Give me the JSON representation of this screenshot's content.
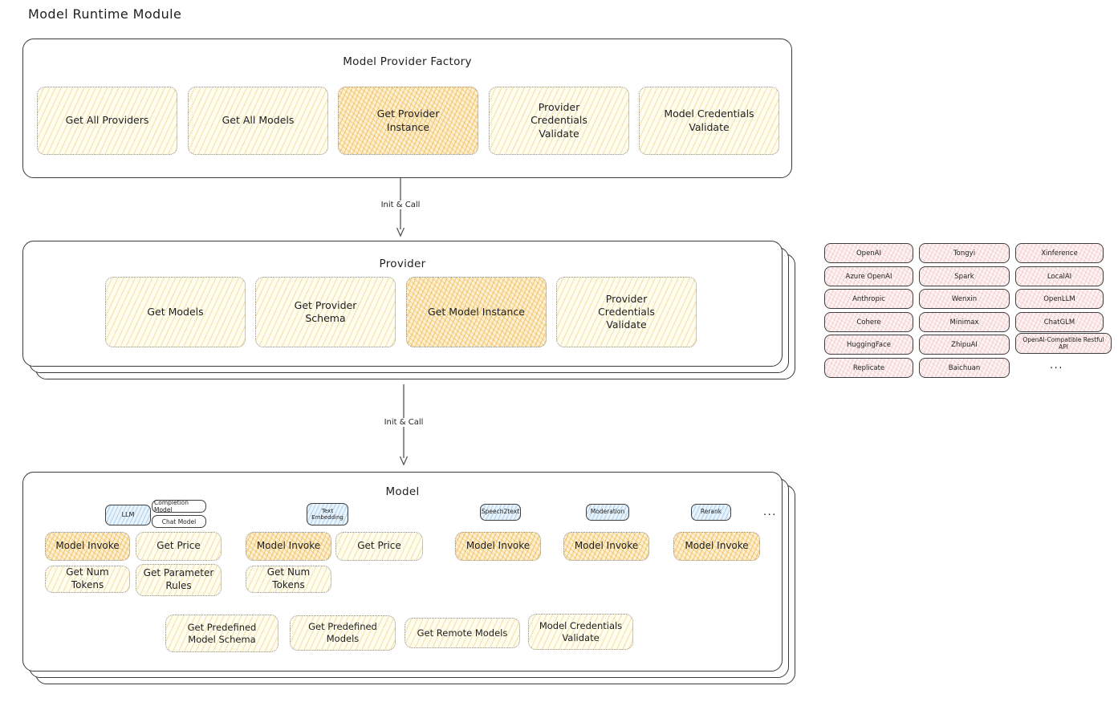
{
  "title": "Model Runtime Module",
  "factory": {
    "title": "Model Provider Factory",
    "buttons": [
      {
        "label": "Get All Providers",
        "highlighted": false
      },
      {
        "label": "Get All Models",
        "highlighted": false
      },
      {
        "label": "Get Provider Instance",
        "highlighted": true
      },
      {
        "label": "Provider Credentials Validate",
        "highlighted": false
      },
      {
        "label": "Model Credentials Validate",
        "highlighted": false
      }
    ]
  },
  "provider": {
    "title": "Provider",
    "buttons": [
      {
        "label": "Get Models",
        "highlighted": false
      },
      {
        "label": "Get Provider Schema",
        "highlighted": false
      },
      {
        "label": "Get Model Instance",
        "highlighted": true
      },
      {
        "label": "Provider Credentials Validate",
        "highlighted": false
      }
    ]
  },
  "providers_list": {
    "column1": [
      "OpenAI",
      "Azure OpenAI",
      "Anthropic",
      "Cohere",
      "HuggingFace",
      "Replicate"
    ],
    "column2": [
      "Tongyi",
      "Spark",
      "Wenxin",
      "Minimax",
      "ZhipuAI",
      "Baichuan"
    ],
    "column3": [
      "Xinference",
      "LocalAI",
      "OpenLLM",
      "ChatGLM",
      "OpenAI-Compatible Restful API"
    ],
    "more": "..."
  },
  "arrows": {
    "factory_to_provider": "Init & Call",
    "provider_to_model": "Init & Call"
  },
  "model": {
    "title": "Model",
    "badges": {
      "llm": "LLM",
      "completion_model": "Completion Model",
      "chat_model": "Chat Model",
      "text_embedding": "Text Embedding",
      "speech2text": "Speech2text",
      "moderation": "Moderation",
      "rerank": "Rerank",
      "more": "..."
    },
    "buttons": {
      "model_invoke": "Model Invoke",
      "get_price": "Get Price",
      "get_num_tokens": "Get Num Tokens",
      "get_parameter_rules": "Get Parameter Rules",
      "get_predefined_model_schema": "Get Predefined Model Schema",
      "get_predefined_models": "Get Predefined Models",
      "get_remote_models": "Get Remote Models",
      "model_credentials_validate": "Model Credentials Validate"
    }
  },
  "colors": {
    "text": "#1e1e1e",
    "box_border": "#3a3a3a",
    "button_border": "#8f8f8f",
    "yellow_fill": "#fff9e3",
    "orange_highlight_fill": "#fbe7bd",
    "pink_fill": "#fcecec",
    "blue_fill": "#dcecf9"
  }
}
